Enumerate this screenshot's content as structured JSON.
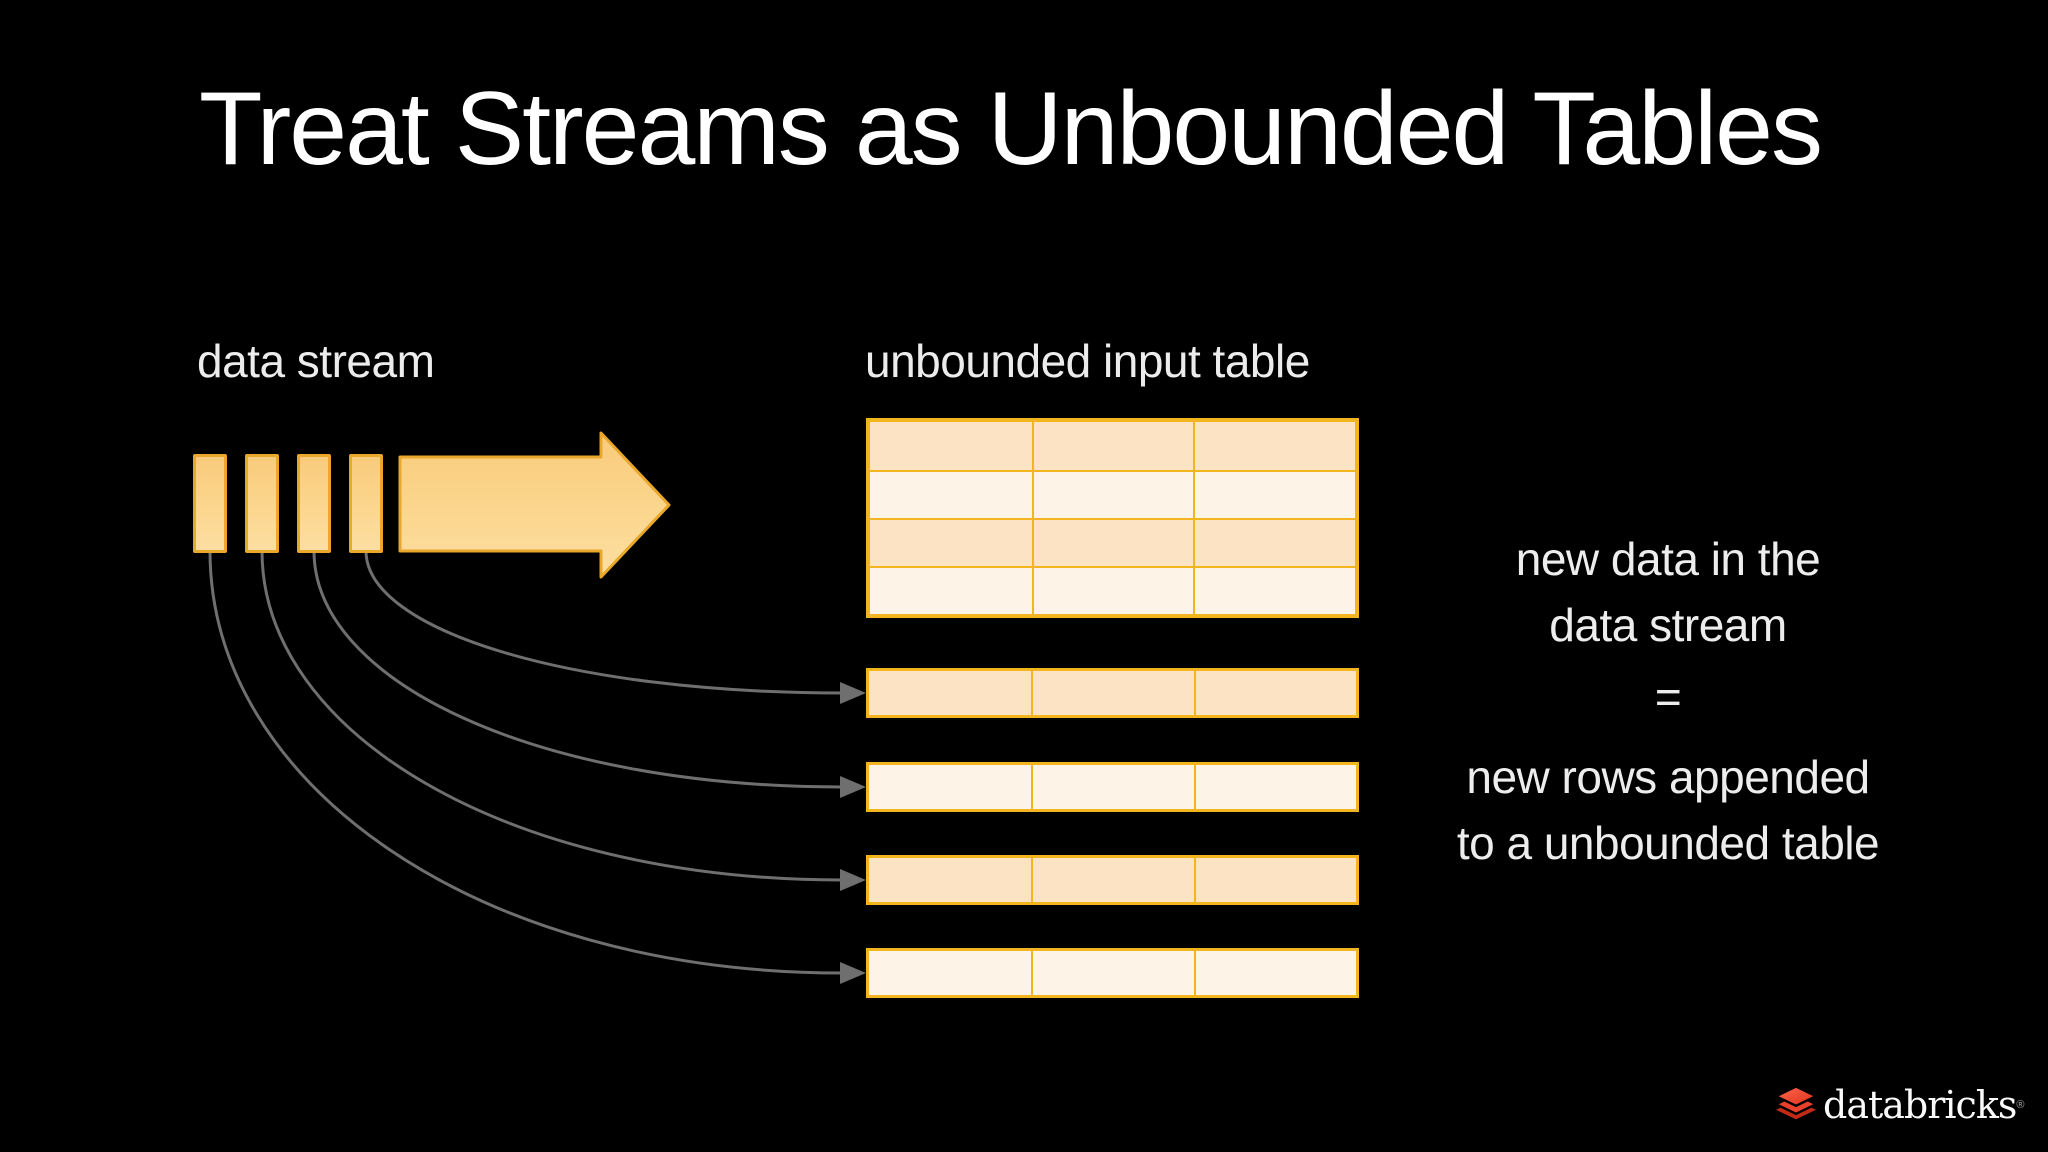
{
  "slide": {
    "title": "Treat Streams as Unbounded Tables",
    "background": "#000000"
  },
  "stream": {
    "label": "data stream",
    "block_count": 4
  },
  "input_table": {
    "label": "unbounded input table",
    "rows": 4,
    "columns": 3,
    "appended_rows": 4
  },
  "annotation": {
    "line1": "new data in the",
    "line2": "data stream",
    "equals": "=",
    "line3": "new rows appended",
    "line4": "to a unbounded table"
  },
  "logo": {
    "wordmark": "databricks",
    "trademark": "®"
  },
  "colors": {
    "background": "#000000",
    "title_text": "#FFFFFF",
    "label_text": "#ECECEC",
    "table_border": "#F2B51D",
    "row_fill_dark": "#FBE3C3",
    "row_fill_light": "#FDF3E6",
    "arrow_border": "#E9A82B",
    "arrow_fill_top": "#F9CB7C",
    "arrow_fill_bottom": "#FCDFA3",
    "connector_gray": "#6F6F6F",
    "logo_red": "#FF3B22"
  }
}
